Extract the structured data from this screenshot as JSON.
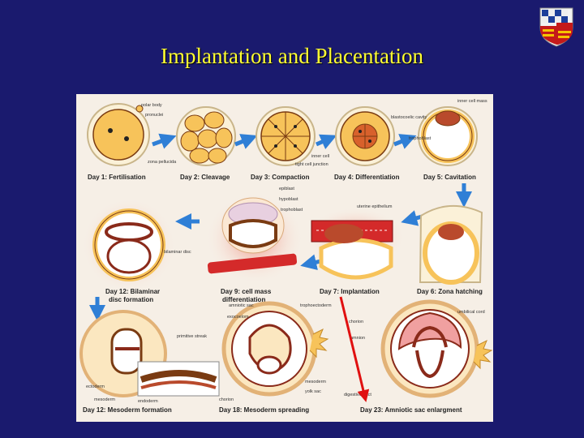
{
  "slide": {
    "title": "Implantation and Placentation"
  },
  "colors": {
    "background": "#1a1a6e",
    "title": "#ffff33",
    "cell_fill": "#f7c35a",
    "cell_outline": "#7a3b12",
    "arrow_blue": "#2f7fd6",
    "highlight_arrow": "#e01010",
    "uterine_red": "#d42a2a"
  },
  "stages": [
    {
      "label": "Day 1: Fertilisation",
      "annotations": [
        "polar body",
        "pronuclei",
        "zona pellucida"
      ]
    },
    {
      "label": "Day 2: Cleavage",
      "annotations": []
    },
    {
      "label": "Day 3: Compaction",
      "annotations": [
        "tight cell junction"
      ]
    },
    {
      "label": "Day 4: Differentiation",
      "annotations": [
        "inner cell"
      ]
    },
    {
      "label": "Day 5: Cavitation",
      "annotations": [
        "inner cell mass",
        "blastocoelic cavity",
        "trophoblast"
      ]
    },
    {
      "label": "Day 6: Zona hatching",
      "annotations": []
    },
    {
      "label": "Day 7: Implantation",
      "annotations": [
        "uterine epithelium"
      ]
    },
    {
      "label": "Day 9: cell mass differentiation",
      "annotations": [
        "epiblast",
        "hypoblast",
        "trophoblast"
      ]
    },
    {
      "label": "Day 12: Bilaminar disc formation",
      "annotations": [
        "bilaminar disc"
      ]
    },
    {
      "label": "Day 12: Mesoderm formation",
      "annotations": [
        "primitive streak",
        "ectoderm",
        "mesoderm",
        "endoderm"
      ]
    },
    {
      "label": "Day 18: Mesoderm spreading",
      "annotations": [
        "amniotic sac",
        "exocoelom",
        "trophoectoderm",
        "mesoderm",
        "yolk sac",
        "chorion"
      ]
    },
    {
      "label": "Day 23: Amniotic sac enlargment",
      "annotations": [
        "chorion",
        "amnion",
        "umbilical cord",
        "digestive tract"
      ]
    }
  ]
}
